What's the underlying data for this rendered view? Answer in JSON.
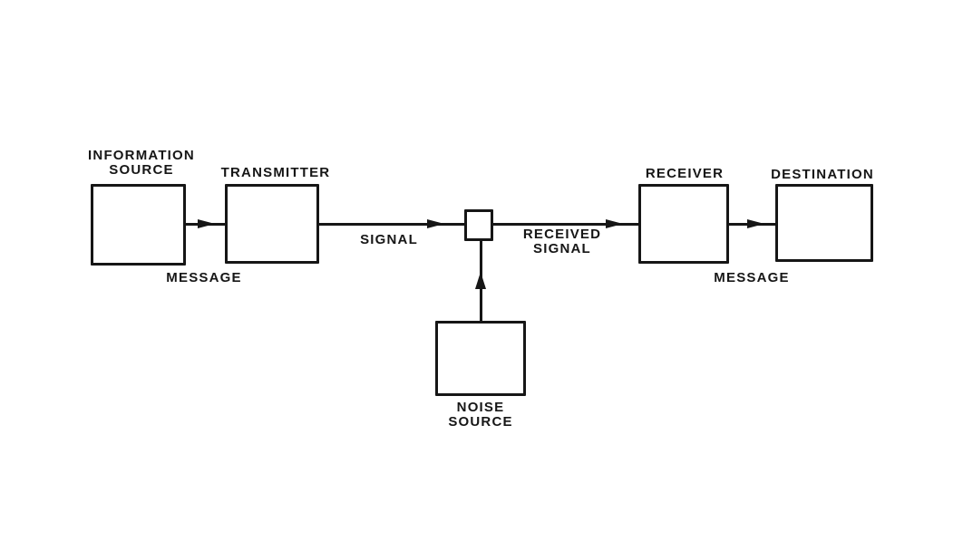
{
  "diagram": {
    "background_color": "#ffffff",
    "ink_color": "#161616",
    "nodes": {
      "information_source": {
        "label": "INFORMATION\nSOURCE"
      },
      "transmitter": {
        "label": "TRANSMITTER"
      },
      "channel": {
        "label": ""
      },
      "receiver": {
        "label": "RECEIVER"
      },
      "destination": {
        "label": "DESTINATION"
      },
      "noise_source": {
        "label": "NOISE\nSOURCE"
      }
    },
    "edge_labels": {
      "message_left": "MESSAGE",
      "signal": "SIGNAL",
      "received_signal": "RECEIVED\nSIGNAL",
      "message_right": "MESSAGE"
    },
    "edges": [
      {
        "from": "information_source",
        "to": "transmitter",
        "label": "MESSAGE",
        "arrow": "right"
      },
      {
        "from": "transmitter",
        "to": "channel",
        "label": "SIGNAL",
        "arrow": "right"
      },
      {
        "from": "channel",
        "to": "receiver",
        "label": "RECEIVED SIGNAL",
        "arrow": "right"
      },
      {
        "from": "receiver",
        "to": "destination",
        "label": "MESSAGE",
        "arrow": "right"
      },
      {
        "from": "noise_source",
        "to": "channel",
        "label": "",
        "arrow": "up"
      }
    ]
  }
}
